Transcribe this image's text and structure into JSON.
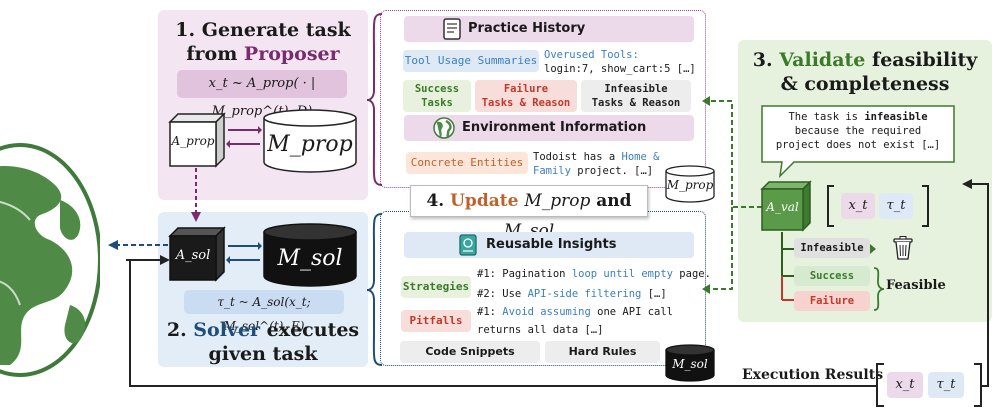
{
  "colors": {
    "proposer_purple": "#7a2b6b",
    "solver_blue": "#1e4d7b",
    "validator_green": "#3a7a2a",
    "update_orange": "#c0612a",
    "failure_red": "#c0392b",
    "tool_blue": "#3a7fc0"
  },
  "step1": {
    "title_line1": "1. Generate task",
    "title_line2_prefix": "from ",
    "title_line2_highlight": "Proposer",
    "formula": "x_t ~ A_prop( · | M_prop^(t), D)",
    "agent_label": "A_prop",
    "memory_label": "M_prop"
  },
  "step2": {
    "agent_label": "A_sol",
    "memory_label": "M_sol",
    "formula": "τ_t ~ A_sol(x_t; M_sol^(t), E)",
    "title_line1_prefix": "2. ",
    "title_line1_highlight": "Solver",
    "title_line1_suffix": " executes",
    "title_line2": "given task"
  },
  "practice_history": {
    "header": "Practice History",
    "icon": "document-icon",
    "tool_usage_label": "Tool Usage Summaries",
    "overused_line1": "Overused Tools:",
    "overused_line2": "login:7, show_cart:5 […]",
    "success_label_1": "Success",
    "success_label_2": "Tasks",
    "failure_label_1": "Failure",
    "failure_label_2": "Tasks & Reason",
    "infeasible_label_1": "Infeasible",
    "infeasible_label_2": "Tasks & Reason"
  },
  "environment_info": {
    "header": "Environment Information",
    "icon": "globe-icon",
    "concrete_label": "Concrete Entities",
    "text_line1_a": "Todoist has a ",
    "text_line1_b": "Home &",
    "text_line2_a": "Family",
    "text_line2_b": " project. […]",
    "memory_label": "M_prop"
  },
  "step4": {
    "prefix": "4. ",
    "highlight": "Update",
    "m_prop": "M_prop",
    "and": " and ",
    "m_sol": "M_sol"
  },
  "insights": {
    "header": "Reusable Insights",
    "icon": "book-icon",
    "strategies_label": "Strategies",
    "strategy_1a": "#1: Pagination ",
    "strategy_1b": "loop until empty",
    "strategy_1c": " page.",
    "strategy_2a": "#2: Use ",
    "strategy_2b": "API-side filtering",
    "strategy_2c": " […]",
    "pitfalls_label": "Pitfalls",
    "pitfall_1a": "#1: ",
    "pitfall_1b": "Avoid assuming",
    "pitfall_1c": " one API call",
    "pitfall_2": "returns all data […]",
    "code_snippets": "Code Snippets",
    "hard_rules": "Hard Rules",
    "memory_label": "M_sol"
  },
  "step3": {
    "title_line1_prefix": "3. ",
    "title_line1_highlight": "Validate",
    "title_line1_suffix": " feasibility",
    "title_line2": "& completeness",
    "bubble_line1_a": "The task is ",
    "bubble_line1_b": "infeasible",
    "bubble_line2": "because the required",
    "bubble_line3": "project does not exist […]",
    "agent_label": "A_val",
    "x_t": "x_t",
    "tau_t": "τ_t",
    "infeasible": "Infeasible",
    "success": "Success",
    "failure": "Failure",
    "feasible": "Feasible"
  },
  "bottom": {
    "execution_results": "Execution Results",
    "x_t": "x_t",
    "tau_t": "τ_t"
  }
}
